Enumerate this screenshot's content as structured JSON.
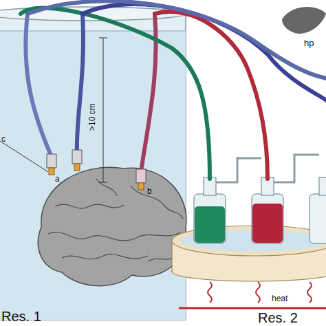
{
  "diagram": {
    "labels": [
      "Res. 1",
      "Res. 2",
      "hp",
      "heat",
      ">10 cm",
      "a",
      "b",
      "c"
    ]
  }
}
